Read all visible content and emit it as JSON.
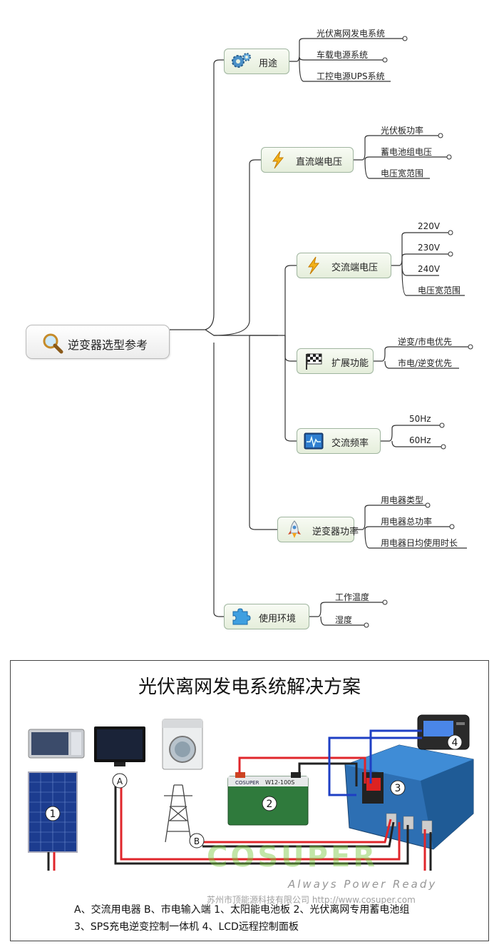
{
  "mindmap": {
    "root": "逆变器选型参考",
    "branches": [
      {
        "label": "用途",
        "icon": "gear-icon",
        "leaves": [
          "光伏离网发电系统",
          "车载电源系统",
          "工控电源UPS系统"
        ]
      },
      {
        "label": "直流端电压",
        "icon": "lightning-icon",
        "leaves": [
          "光伏板功率",
          "蓄电池组电压",
          "电压宽范围"
        ]
      },
      {
        "label": "交流端电压",
        "icon": "lightning-icon",
        "leaves": [
          "220V",
          "230V",
          "240V",
          "电压宽范围"
        ]
      },
      {
        "label": "扩展功能",
        "icon": "checkered-flag-icon",
        "leaves": [
          "逆变/市电优先",
          "市电/逆变优先"
        ]
      },
      {
        "label": "交流频率",
        "icon": "waveform-monitor-icon",
        "leaves": [
          "50Hz",
          "60Hz"
        ]
      },
      {
        "label": "逆变器功率",
        "icon": "rocket-icon",
        "leaves": [
          "用电器类型",
          "用电器总功率",
          "用电器日均使用时长"
        ]
      },
      {
        "label": "使用环境",
        "icon": "puzzle-piece-icon",
        "leaves": [
          "工作温度",
          "湿度"
        ]
      }
    ]
  },
  "solution": {
    "title": "光伏离网发电系统解决方案",
    "markers": {
      "m1": "1",
      "m2": "2",
      "m3": "3",
      "m4": "4",
      "mA": "A",
      "mB": "B"
    },
    "battery_model": "W12-100S",
    "battery_brand": "COSUPER",
    "legend_line1": "A、交流用电器    B、市电输入端    1、太阳能电池板  2、光伏离网专用蓄电池组",
    "legend_line2": "3、SPS充电逆变控制一体机    4、LCD远程控制面板",
    "watermark_logo": "COSUPER",
    "watermark_tagline": "Always Power Ready",
    "watermark_company": "苏州市顶能源科技有限公司    http://www.cosuper.com"
  },
  "colors": {
    "wire_red": "#e0262b",
    "wire_black": "#222222",
    "wire_blue": "#1e3fc4",
    "node_fill": "#e8f0df",
    "inverter_blue": "#2d6fb3"
  }
}
